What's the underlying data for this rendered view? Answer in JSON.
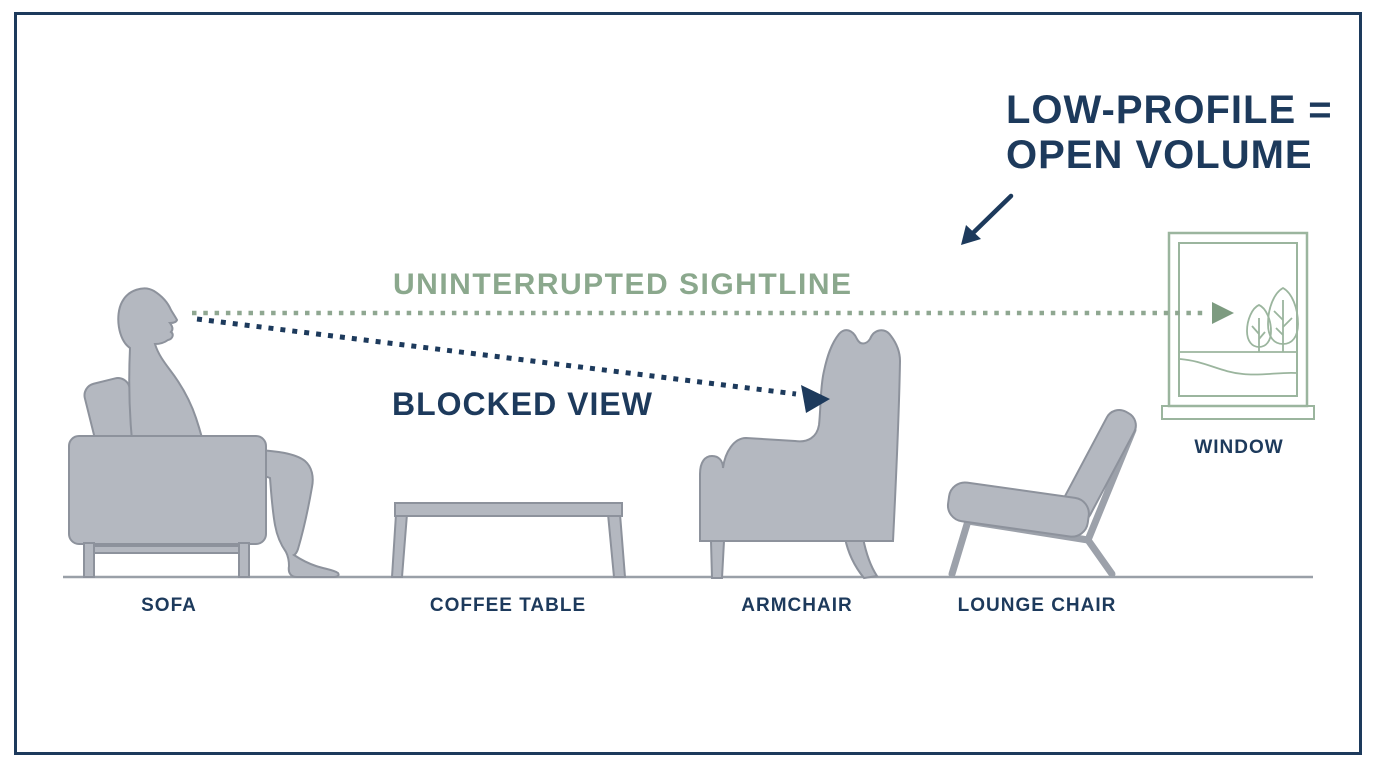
{
  "diagram": {
    "title": {
      "line1": "LOW-PROFILE =",
      "line2": "OPEN VOLUME"
    },
    "sightlines": {
      "uninterrupted_label": "UNINTERRUPTED SIGHTLINE",
      "blocked_label": "BLOCKED VIEW"
    },
    "labels": {
      "sofa": "SOFA",
      "coffee_table": "COFFEE TABLE",
      "armchair": "ARMCHAIR",
      "lounge_chair": "LOUNGE CHAIR",
      "window": "WINDOW"
    }
  },
  "colors": {
    "navy": "#1d3a5c",
    "sage_text": "#8ba88d",
    "sage_line": "#8fa791",
    "sage_arrow": "#7d9b80",
    "window_frame": "#9bb59e",
    "furniture_fill": "#b4b8c0",
    "furniture_stroke": "#8d929c",
    "ground": "#9aa0a8",
    "background": "#ffffff"
  }
}
